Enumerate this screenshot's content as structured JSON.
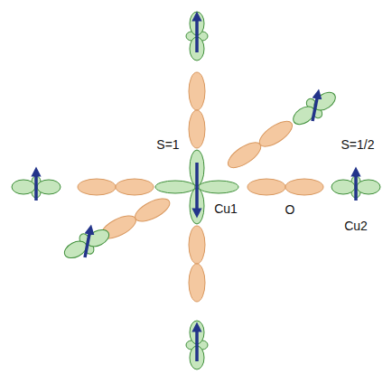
{
  "diagram": {
    "labels": [
      "S=1",
      "S=1/2",
      "Cu1",
      "O",
      "Cu2"
    ]
  }
}
